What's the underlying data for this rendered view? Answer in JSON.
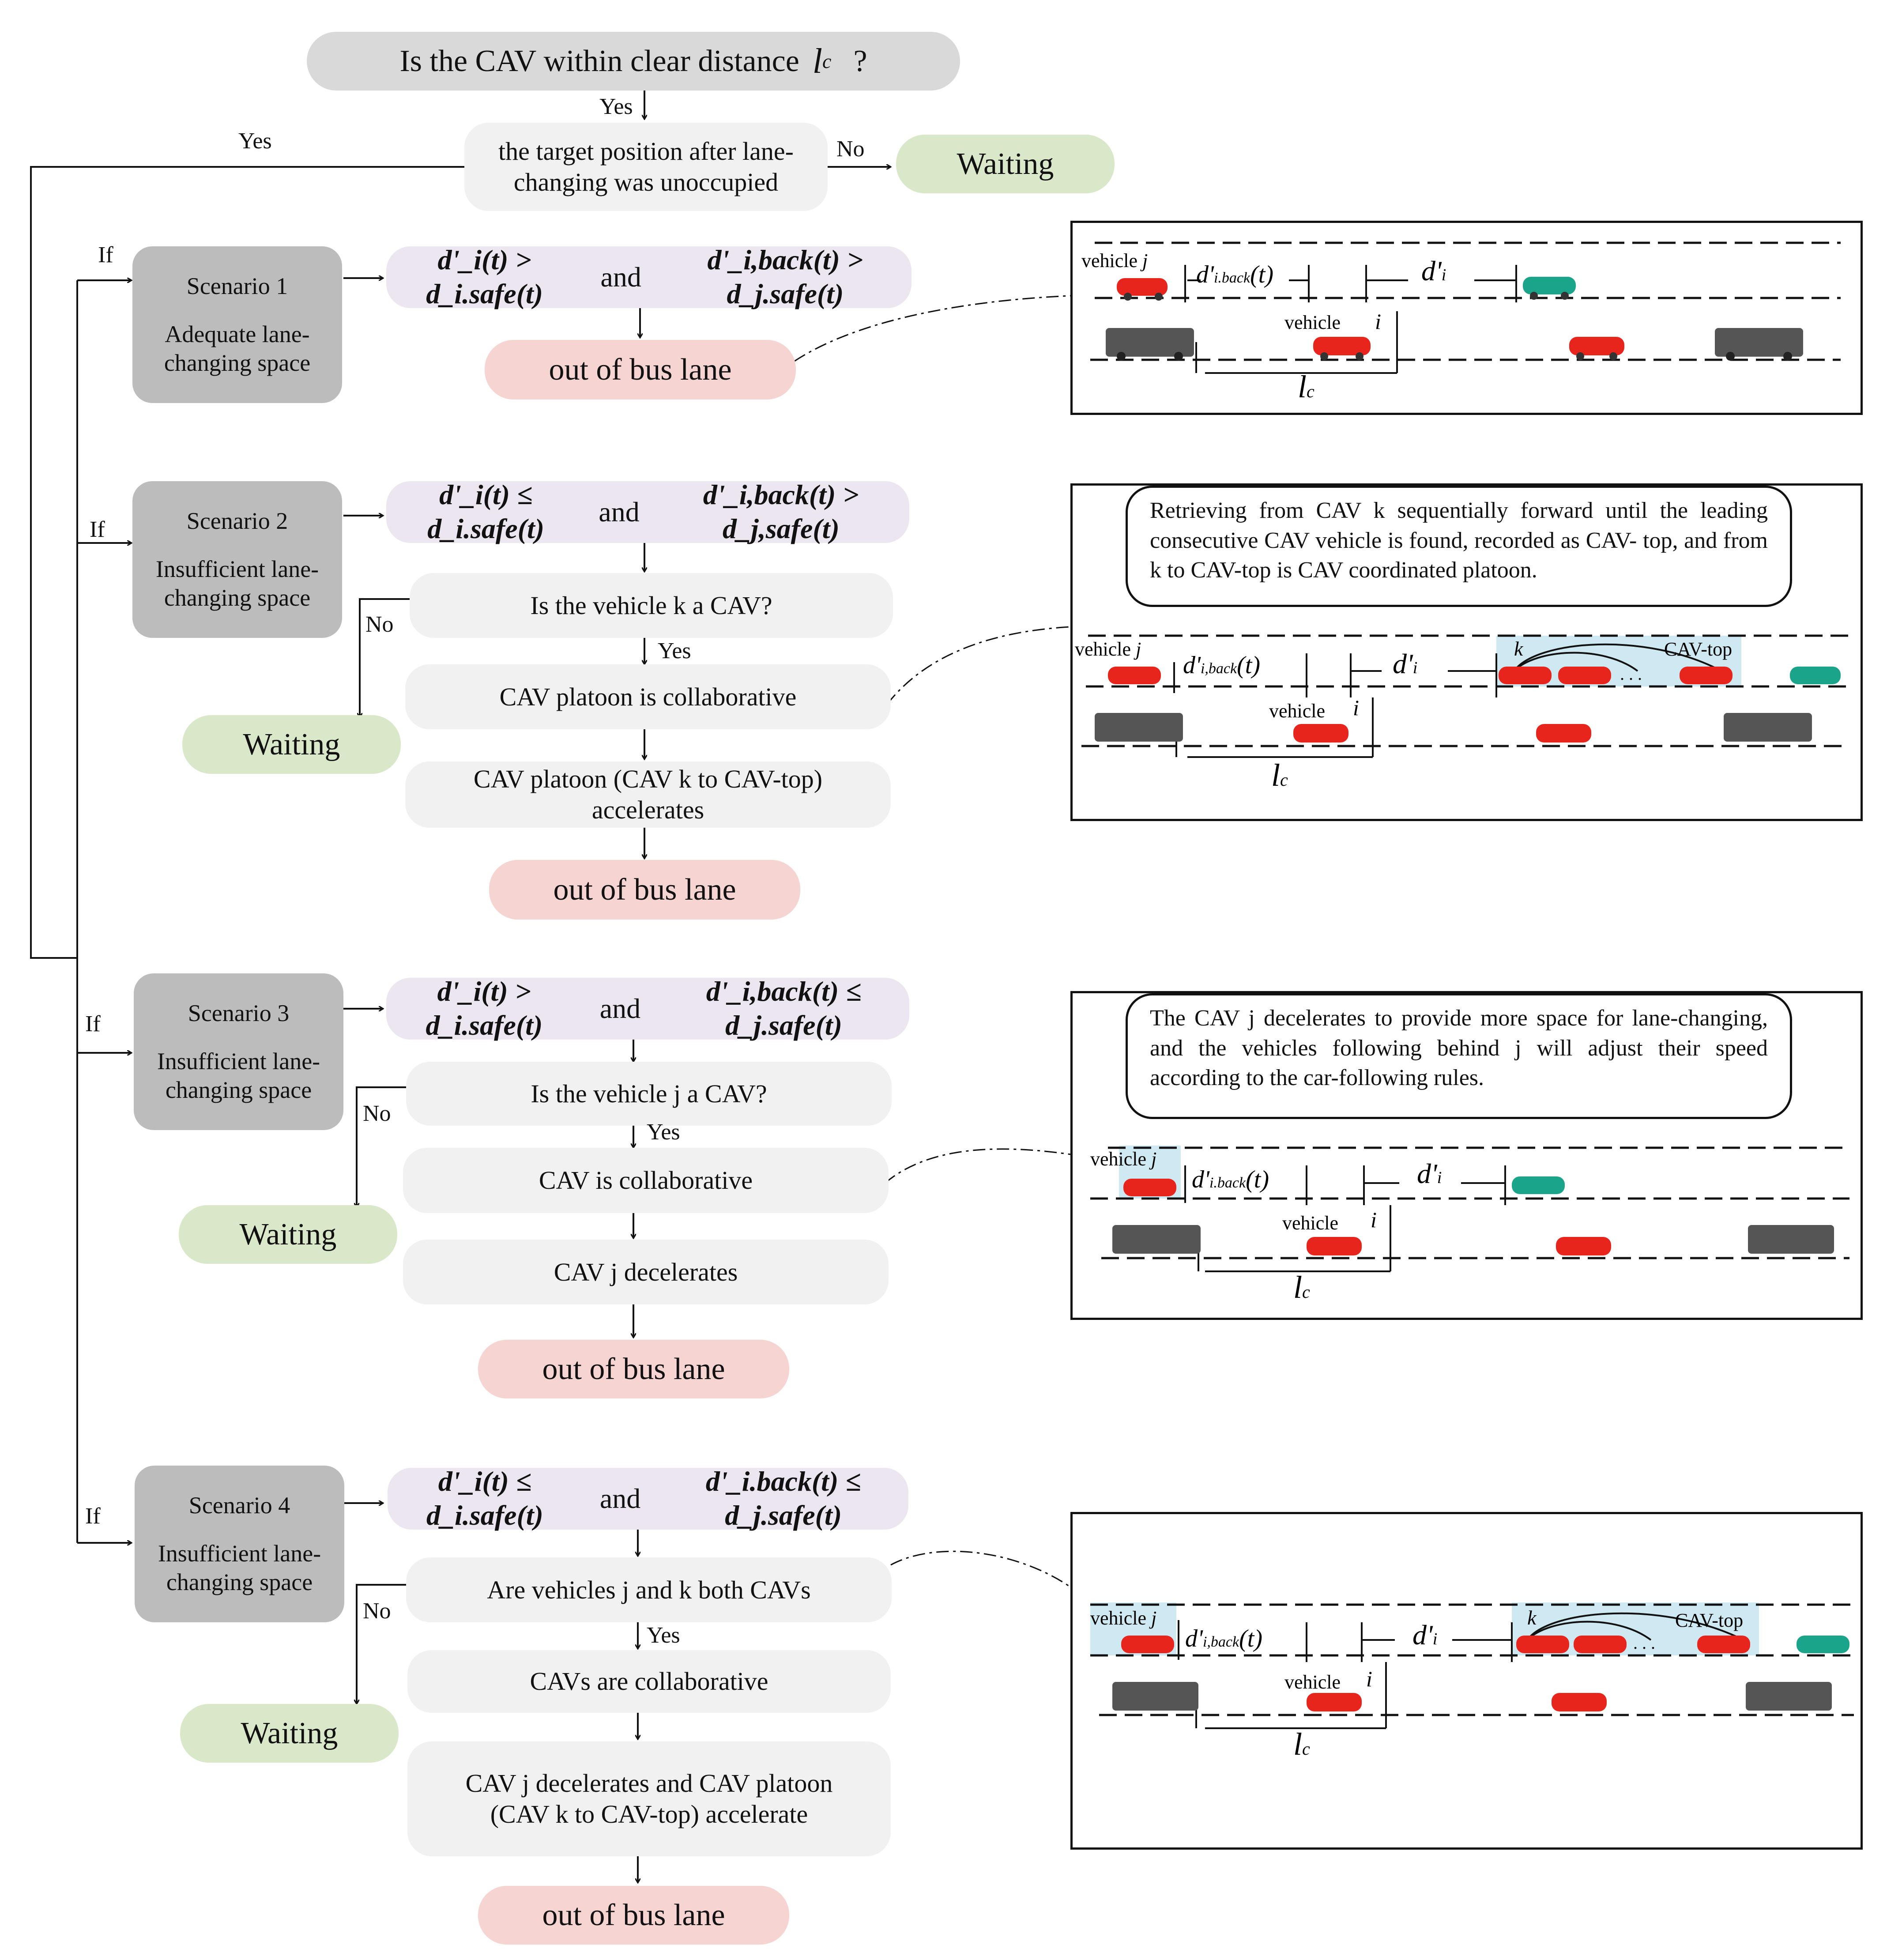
{
  "top": {
    "question": "Is the CAV within clear distance",
    "question_symbol": "l",
    "question_symbol_sub": "c",
    "question_mark": "?",
    "yes": "Yes",
    "target_check": "the target position after lane-changing was unoccupied",
    "no": "No",
    "waiting": "Waiting",
    "loop_yes": "Yes"
  },
  "labels": {
    "if": "If",
    "no": "No",
    "yes": "Yes",
    "and": "and"
  },
  "scenarios": [
    {
      "title": "Scenario 1",
      "desc": "Adequate lane-changing space",
      "cond": {
        "left": "d'_i(t) > d_i.safe(t)",
        "right": "d'_i,back(t) > d_j.safe(t)"
      },
      "out": "out of bus lane"
    },
    {
      "title": "Scenario 2",
      "desc": "Insufficient lane-changing space",
      "cond": {
        "left": "d'_i(t) ≤ d_i.safe(t)",
        "right": "d'_i,back(t) > d_j,safe(t)"
      },
      "check": "Is the vehicle k a CAV?",
      "collab": "CAV platoon is collaborative",
      "action": "CAV platoon (CAV k to CAV-top) accelerates",
      "waiting": "Waiting",
      "out": "out of bus lane"
    },
    {
      "title": "Scenario 3",
      "desc": "Insufficient lane-changing space",
      "cond": {
        "left": "d'_i(t) > d_i.safe(t)",
        "right": "d'_i,back(t) ≤ d_j.safe(t)"
      },
      "check": "Is the vehicle j a CAV?",
      "collab": "CAV is collaborative",
      "action": "CAV j decelerates",
      "waiting": "Waiting",
      "out": "out of bus lane"
    },
    {
      "title": "Scenario 4",
      "desc": "Insufficient lane-changing space",
      "cond": {
        "left": "d'_i(t) ≤ d_i.safe(t)",
        "right": "d'_i.back(t) ≤ d_j.safe(t)"
      },
      "check": "Are vehicles j and k both CAVs",
      "collab": "CAVs are collaborative",
      "action": "CAV j decelerates and CAV platoon (CAV k to CAV-top) accelerate",
      "waiting": "Waiting",
      "out": "out of bus lane"
    }
  ],
  "panels": {
    "p2_note": "Retrieving from CAV k sequentially forward until the leading consecutive CAV vehicle is found, recorded as CAV- top, and from k to CAV-top is CAV coordinated platoon.",
    "p3_note": "The CAV j decelerates to provide more space for lane-changing, and the vehicles following behind j will adjust their speed according to the car-following rules.",
    "vehicle_j": "vehicle",
    "vehicle_i": "vehicle",
    "cav_top": "CAV-top"
  },
  "colors": {
    "cav": "#e8251c",
    "hdv": "#1aa58a",
    "bus": "#555555",
    "platoon_highlight": "#cfe9f2"
  }
}
